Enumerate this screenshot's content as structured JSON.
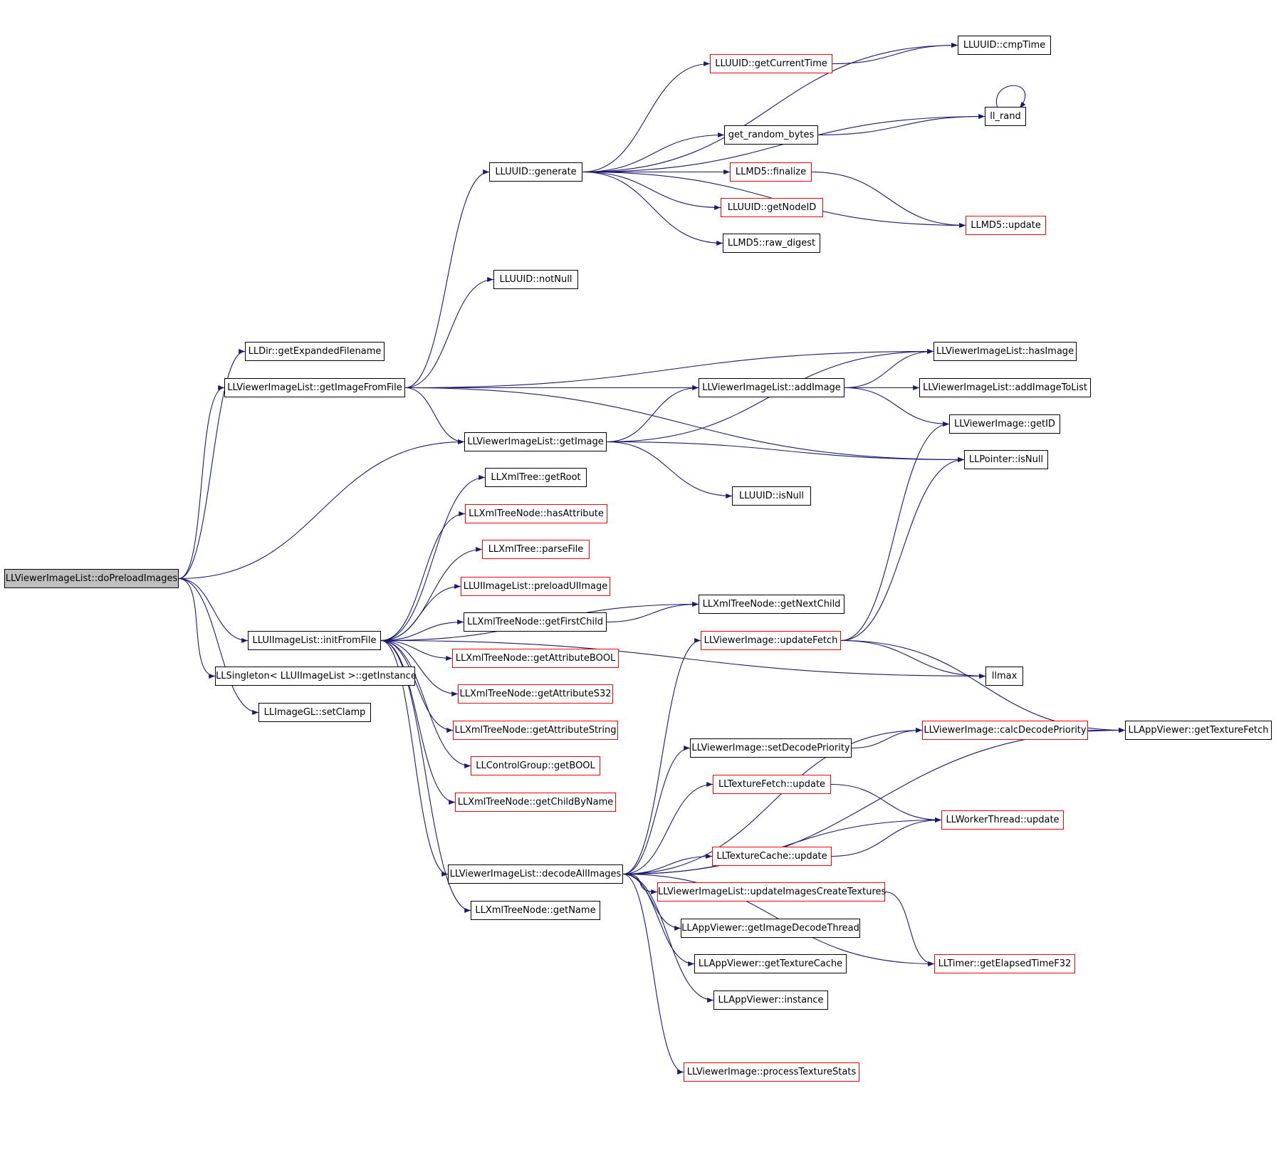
{
  "root": "LLViewerImageList::doPreloadImages",
  "nodes": [
    {
      "id": "doPreloadImages",
      "label": "LLViewerImageList::doPreloadImages",
      "kind": "root"
    },
    {
      "id": "cmpTime",
      "label": "LLUUID::cmpTime",
      "kind": "black"
    },
    {
      "id": "getCurrentTime",
      "label": "LLUUID::getCurrentTime",
      "kind": "red"
    },
    {
      "id": "ll_rand",
      "label": "ll_rand",
      "kind": "black"
    },
    {
      "id": "get_random_bytes",
      "label": "get_random_bytes",
      "kind": "black"
    },
    {
      "id": "generate",
      "label": "LLUUID::generate",
      "kind": "black"
    },
    {
      "id": "finalize",
      "label": "LLMD5::finalize",
      "kind": "red"
    },
    {
      "id": "getNodeID",
      "label": "LLUUID::getNodeID",
      "kind": "red"
    },
    {
      "id": "md5update",
      "label": "LLMD5::update",
      "kind": "red"
    },
    {
      "id": "raw_digest",
      "label": "LLMD5::raw_digest",
      "kind": "black"
    },
    {
      "id": "notNull",
      "label": "LLUUID::notNull",
      "kind": "black"
    },
    {
      "id": "getExpandedFilename",
      "label": "LLDir::getExpandedFilename",
      "kind": "black"
    },
    {
      "id": "hasImage",
      "label": "LLViewerImageList::hasImage",
      "kind": "black"
    },
    {
      "id": "getImageFromFile",
      "label": "LLViewerImageList::getImageFromFile",
      "kind": "black"
    },
    {
      "id": "addImage",
      "label": "LLViewerImageList::addImage",
      "kind": "black"
    },
    {
      "id": "addImageToList",
      "label": "LLViewerImageList::addImageToList",
      "kind": "black"
    },
    {
      "id": "getID",
      "label": "LLViewerImage::getID",
      "kind": "black"
    },
    {
      "id": "getImage",
      "label": "LLViewerImageList::getImage",
      "kind": "black"
    },
    {
      "id": "isNull",
      "label": "LLPointer::isNull",
      "kind": "black"
    },
    {
      "id": "getRoot",
      "label": "LLXmlTree::getRoot",
      "kind": "black"
    },
    {
      "id": "uuidIsNull",
      "label": "LLUUID::isNull",
      "kind": "black"
    },
    {
      "id": "hasAttribute",
      "label": "LLXmlTreeNode::hasAttribute",
      "kind": "red"
    },
    {
      "id": "parseFile",
      "label": "LLXmlTree::parseFile",
      "kind": "red"
    },
    {
      "id": "preloadUIImage",
      "label": "LLUIImageList::preloadUIImage",
      "kind": "red"
    },
    {
      "id": "getNextChild",
      "label": "LLXmlTreeNode::getNextChild",
      "kind": "black"
    },
    {
      "id": "getFirstChild",
      "label": "LLXmlTreeNode::getFirstChild",
      "kind": "black"
    },
    {
      "id": "initFromFile",
      "label": "LLUIImageList::initFromFile",
      "kind": "black"
    },
    {
      "id": "updateFetch",
      "label": "LLViewerImage::updateFetch",
      "kind": "red"
    },
    {
      "id": "getAttributeBOOL",
      "label": "LLXmlTreeNode::getAttributeBOOL",
      "kind": "red"
    },
    {
      "id": "getInstance",
      "label": "LLSingleton< LLUIImageList >::getInstance",
      "kind": "black"
    },
    {
      "id": "llmax",
      "label": "llmax",
      "kind": "black"
    },
    {
      "id": "getAttributeS32",
      "label": "LLXmlTreeNode::getAttributeS32",
      "kind": "red"
    },
    {
      "id": "setClamp",
      "label": "LLImageGL::setClamp",
      "kind": "black"
    },
    {
      "id": "getAttributeString",
      "label": "LLXmlTreeNode::getAttributeString",
      "kind": "red"
    },
    {
      "id": "calcDecodePriority",
      "label": "LLViewerImage::calcDecodePriority",
      "kind": "red"
    },
    {
      "id": "getTextureFetch",
      "label": "LLAppViewer::getTextureFetch",
      "kind": "black"
    },
    {
      "id": "setDecodePriority",
      "label": "LLViewerImage::setDecodePriority",
      "kind": "black"
    },
    {
      "id": "getBOOL",
      "label": "LLControlGroup::getBOOL",
      "kind": "red"
    },
    {
      "id": "textureFetchUpdate",
      "label": "LLTextureFetch::update",
      "kind": "red"
    },
    {
      "id": "getChildByName",
      "label": "LLXmlTreeNode::getChildByName",
      "kind": "red"
    },
    {
      "id": "workerThreadUpdate",
      "label": "LLWorkerThread::update",
      "kind": "red"
    },
    {
      "id": "textureCacheUpdate",
      "label": "LLTextureCache::update",
      "kind": "red"
    },
    {
      "id": "decodeAllImages",
      "label": "LLViewerImageList::decodeAllImages",
      "kind": "black"
    },
    {
      "id": "updateImagesCreateTextures",
      "label": "LLViewerImageList::updateImagesCreateTextures",
      "kind": "red"
    },
    {
      "id": "getName",
      "label": "LLXmlTreeNode::getName",
      "kind": "black"
    },
    {
      "id": "getImageDecodeThread",
      "label": "LLAppViewer::getImageDecodeThread",
      "kind": "black"
    },
    {
      "id": "getTextureCache",
      "label": "LLAppViewer::getTextureCache",
      "kind": "black"
    },
    {
      "id": "getElapsedTimeF32",
      "label": "LLTimer::getElapsedTimeF32",
      "kind": "red"
    },
    {
      "id": "appInstance",
      "label": "LLAppViewer::instance",
      "kind": "black"
    },
    {
      "id": "processTextureStats",
      "label": "LLViewerImage::processTextureStats",
      "kind": "red"
    }
  ],
  "edges": [
    [
      "doPreloadImages",
      "getExpandedFilename"
    ],
    [
      "doPreloadImages",
      "getImageFromFile"
    ],
    [
      "doPreloadImages",
      "getImage"
    ],
    [
      "doPreloadImages",
      "initFromFile"
    ],
    [
      "doPreloadImages",
      "getInstance"
    ],
    [
      "doPreloadImages",
      "setClamp"
    ],
    [
      "getImageFromFile",
      "generate"
    ],
    [
      "getImageFromFile",
      "notNull"
    ],
    [
      "getImageFromFile",
      "hasImage"
    ],
    [
      "getImageFromFile",
      "addImage"
    ],
    [
      "getImageFromFile",
      "getImage"
    ],
    [
      "getImageFromFile",
      "isNull"
    ],
    [
      "generate",
      "cmpTime"
    ],
    [
      "generate",
      "getCurrentTime"
    ],
    [
      "generate",
      "ll_rand"
    ],
    [
      "generate",
      "get_random_bytes"
    ],
    [
      "generate",
      "finalize"
    ],
    [
      "generate",
      "getNodeID"
    ],
    [
      "generate",
      "raw_digest"
    ],
    [
      "generate",
      "md5update"
    ],
    [
      "getCurrentTime",
      "cmpTime"
    ],
    [
      "ll_rand",
      "ll_rand"
    ],
    [
      "get_random_bytes",
      "ll_rand"
    ],
    [
      "finalize",
      "md5update"
    ],
    [
      "getImage",
      "hasImage"
    ],
    [
      "getImage",
      "addImage"
    ],
    [
      "getImage",
      "isNull"
    ],
    [
      "getImage",
      "uuidIsNull"
    ],
    [
      "addImage",
      "hasImage"
    ],
    [
      "addImage",
      "addImageToList"
    ],
    [
      "addImage",
      "getID"
    ],
    [
      "initFromFile",
      "getRoot"
    ],
    [
      "initFromFile",
      "hasAttribute"
    ],
    [
      "initFromFile",
      "parseFile"
    ],
    [
      "initFromFile",
      "preloadUIImage"
    ],
    [
      "initFromFile",
      "getFirstChild"
    ],
    [
      "initFromFile",
      "getNextChild"
    ],
    [
      "initFromFile",
      "getAttributeBOOL"
    ],
    [
      "initFromFile",
      "getAttributeS32"
    ],
    [
      "initFromFile",
      "getAttributeString"
    ],
    [
      "initFromFile",
      "getBOOL"
    ],
    [
      "initFromFile",
      "getChildByName"
    ],
    [
      "initFromFile",
      "decodeAllImages"
    ],
    [
      "initFromFile",
      "getName"
    ],
    [
      "initFromFile",
      "llmax"
    ],
    [
      "getFirstChild",
      "getNextChild"
    ],
    [
      "decodeAllImages",
      "updateFetch"
    ],
    [
      "decodeAllImages",
      "calcDecodePriority"
    ],
    [
      "decodeAllImages",
      "setDecodePriority"
    ],
    [
      "decodeAllImages",
      "textureFetchUpdate"
    ],
    [
      "decodeAllImages",
      "workerThreadUpdate"
    ],
    [
      "decodeAllImages",
      "textureCacheUpdate"
    ],
    [
      "decodeAllImages",
      "updateImagesCreateTextures"
    ],
    [
      "decodeAllImages",
      "getImageDecodeThread"
    ],
    [
      "decodeAllImages",
      "getTextureCache"
    ],
    [
      "decodeAllImages",
      "appInstance"
    ],
    [
      "decodeAllImages",
      "getElapsedTimeF32"
    ],
    [
      "decodeAllImages",
      "processTextureStats"
    ],
    [
      "decodeAllImages",
      "getTextureFetch"
    ],
    [
      "updateFetch",
      "getID"
    ],
    [
      "updateFetch",
      "isNull"
    ],
    [
      "updateFetch",
      "llmax"
    ],
    [
      "updateFetch",
      "getTextureFetch"
    ],
    [
      "calcDecodePriority",
      "getTextureFetch"
    ],
    [
      "setDecodePriority",
      "calcDecodePriority"
    ],
    [
      "textureFetchUpdate",
      "workerThreadUpdate"
    ],
    [
      "textureCacheUpdate",
      "workerThreadUpdate"
    ],
    [
      "updateImagesCreateTextures",
      "getElapsedTimeF32"
    ]
  ],
  "colors": {
    "edge": "#191970",
    "text": "#000000",
    "border_black": "#000000",
    "border_red": "#ff0000",
    "root_fill": "#bfbfbf"
  }
}
